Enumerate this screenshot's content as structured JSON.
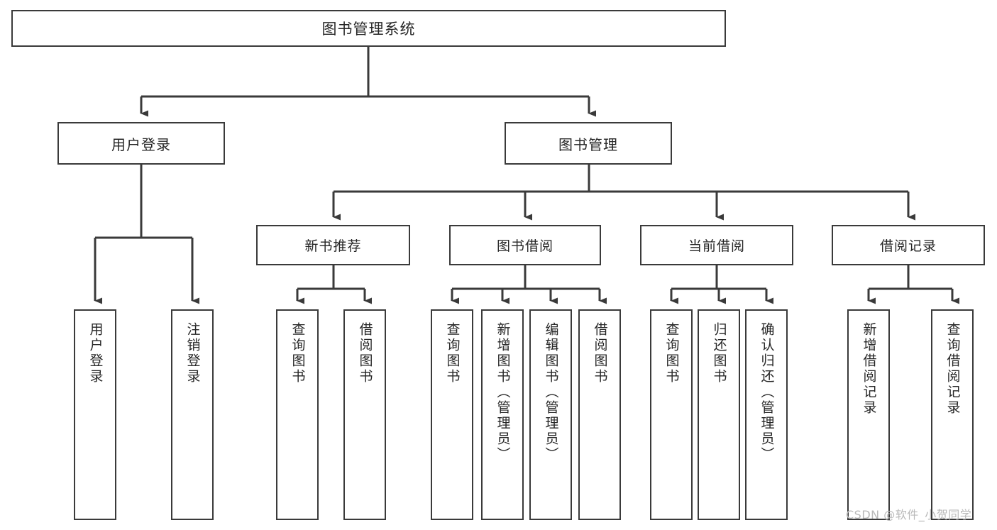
{
  "diagram": {
    "title": "图书管理系统",
    "watermark": "CSDN @软件_小贺同学",
    "stroke_color": "#3a3a3a",
    "text_color": "#262626",
    "background": "#ffffff",
    "root": {
      "label": "图书管理系统"
    },
    "level1": [
      {
        "label": "用户登录"
      },
      {
        "label": "图书管理"
      }
    ],
    "level2": [
      {
        "label": "新书推荐"
      },
      {
        "label": "图书借阅"
      },
      {
        "label": "当前借阅"
      },
      {
        "label": "借阅记录"
      }
    ],
    "leaves": {
      "user_login": [
        {
          "label": "用户登录"
        },
        {
          "label": "注销登录"
        }
      ],
      "new_book_recommend": [
        {
          "label": "查询图书"
        },
        {
          "label": "借阅图书"
        }
      ],
      "book_borrow": [
        {
          "label": "查询图书"
        },
        {
          "label": "新增图书（管理员）"
        },
        {
          "label": "编辑图书（管理员）"
        },
        {
          "label": "借阅图书"
        }
      ],
      "current_borrow": [
        {
          "label": "查询图书"
        },
        {
          "label": "归还图书"
        },
        {
          "label": "确认归还（管理员）"
        }
      ],
      "borrow_record": [
        {
          "label": "新增借阅记录"
        },
        {
          "label": "查询借阅记录"
        }
      ]
    }
  }
}
